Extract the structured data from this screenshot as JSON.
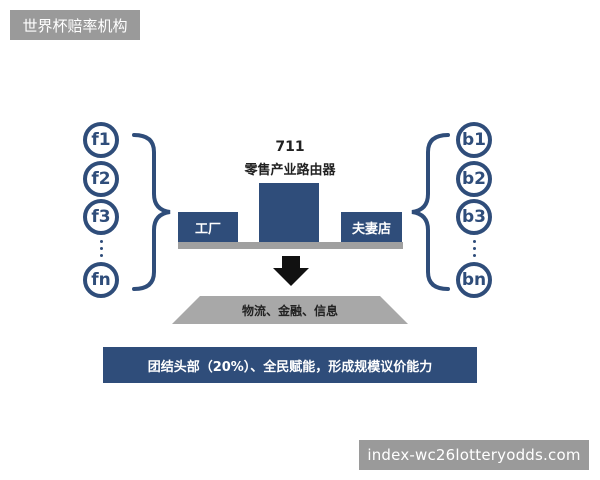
{
  "watermark_top": "世界杯赔率机构",
  "watermark_bottom": "index-wc26lotteryodds.com",
  "left_nodes": [
    "f1",
    "f2",
    "f3",
    "fn"
  ],
  "right_nodes": [
    "b1",
    "b2",
    "b3",
    "bn"
  ],
  "center": {
    "number": "711",
    "name": "零售产业路由器"
  },
  "left_block": "工厂",
  "right_block": "夫妻店",
  "trapezoid_label": "物流、金融、信息",
  "banner": "团结头部（20%）、全民赋能，形成规模议价能力",
  "colors": {
    "primary": "#2f4d7a",
    "gray": "#a0a0a0",
    "watermark": "#9a9a9a"
  },
  "icons": [
    "left-curly-brace-icon",
    "right-curly-brace-icon",
    "down-arrow-icon"
  ]
}
